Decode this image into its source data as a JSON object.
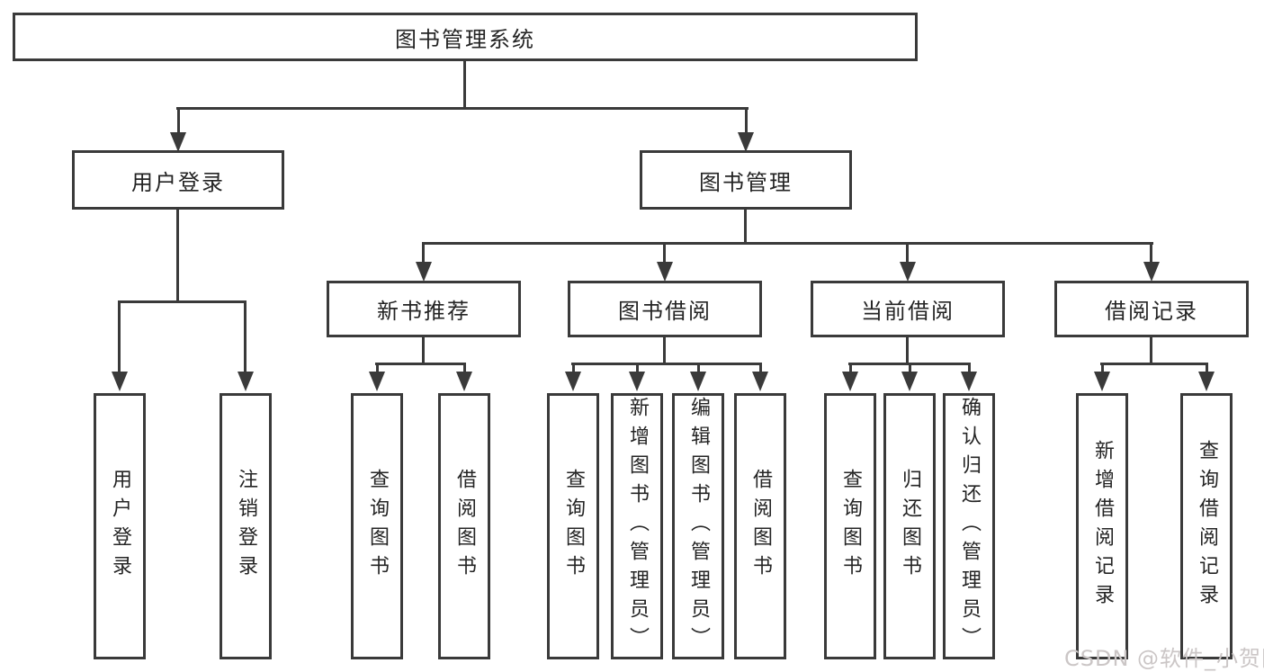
{
  "diagram": {
    "root": {
      "label": "图书管理系统"
    },
    "branches": [
      {
        "label": "用户登录",
        "children": [
          {
            "label": "用户登录"
          },
          {
            "label": "注销登录"
          }
        ]
      },
      {
        "label": "图书管理",
        "children": [
          {
            "label": "新书推荐",
            "children": [
              {
                "label": "查询图书"
              },
              {
                "label": "借阅图书"
              }
            ]
          },
          {
            "label": "图书借阅",
            "children": [
              {
                "label": "查询图书"
              },
              {
                "label": "新增图书（管理员）"
              },
              {
                "label": "编辑图书（管理员）"
              },
              {
                "label": "借阅图书"
              }
            ]
          },
          {
            "label": "当前借阅",
            "children": [
              {
                "label": "查询图书"
              },
              {
                "label": "归还图书"
              },
              {
                "label": "确认归还（管理员）"
              }
            ]
          },
          {
            "label": "借阅记录",
            "children": [
              {
                "label": "新增借阅记录"
              },
              {
                "label": "查询借阅记录"
              }
            ]
          }
        ]
      }
    ],
    "colors": {
      "line": "#3a3a3a",
      "text": "#242424",
      "background": "#ffffff",
      "watermark": "#cbc6c6"
    },
    "watermark": "CSDN @软件_小贺同学"
  }
}
